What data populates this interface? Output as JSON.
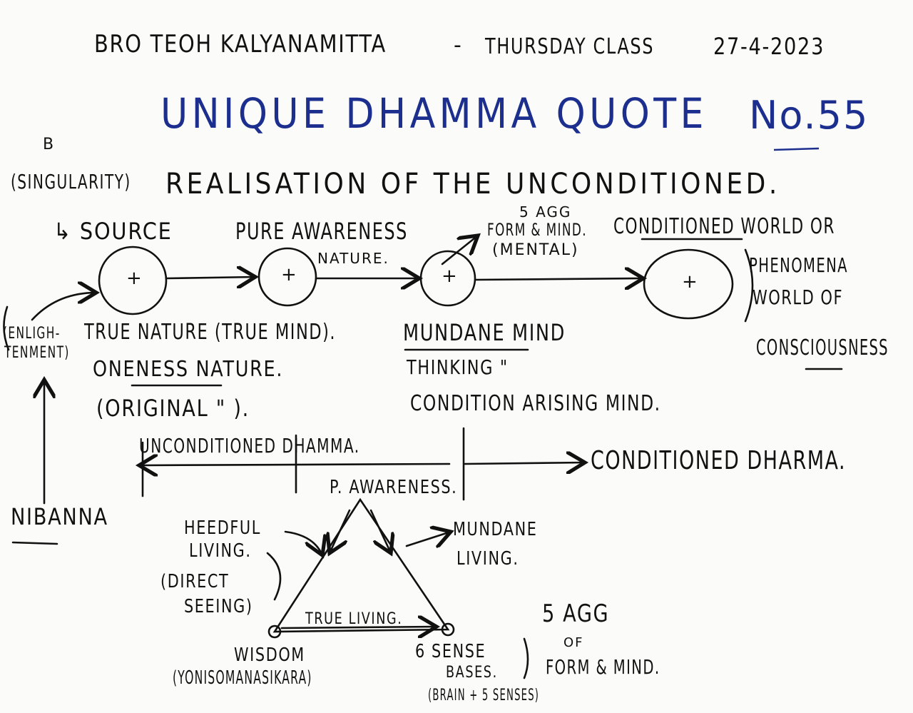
{
  "header": {
    "left": "BRO TEOH KALYANAMITTA",
    "dash": "-",
    "class": "THURSDAY CLASS",
    "date": "27-4-2023"
  },
  "title": {
    "text": "Unique Dhamma Quote",
    "number": "No.55"
  },
  "heading": {
    "marker": "B",
    "singularity": "(SINGULARITY)",
    "text": "REALISATION OF THE UNCONDITIONED."
  },
  "flow": {
    "source": "↳ SOURCE",
    "pure_awareness": "PURE AWARENESS",
    "nature": "NATURE.",
    "agg_top": "5 AGG",
    "form_mind": "FORM & MIND.",
    "mental": "(MENTAL)",
    "conditioned_world": "CONDITIONED WORLD OR",
    "phenomena": "PHENOMENA",
    "world_of": "WORLD OF",
    "consciousness": "CONSCIOUSNESS",
    "plus_symbols": [
      "+",
      "+",
      "+",
      "+"
    ]
  },
  "left_block": {
    "enlightenment_1": "(ENLIGH-",
    "enlightenment_2": "TENMENT)",
    "true_nature": "TRUE NATURE (TRUE MIND).",
    "oneness": "ONENESS NATURE.",
    "original": "(ORIGINAL  \"  ).",
    "unconditioned": "UNCONDITIONED DHAMMA.",
    "nibanna": "NIBANNA"
  },
  "middle_block": {
    "mundane_mind": "MUNDANE MIND",
    "thinking": "THINKING   \"",
    "condition_arising": "CONDITION ARISING MIND.",
    "conditioned_dharma": "CONDITIONED DHARMA."
  },
  "triangle": {
    "top": "P. AWARENESS.",
    "heedful_1": "HEEDFUL",
    "heedful_2": "LIVING.",
    "direct_1": "(DIRECT",
    "direct_2": "SEEING)",
    "mundane_1": "MUNDANE",
    "mundane_2": "LIVING.",
    "true_living": "TRUE LIVING.",
    "wisdom": "WISDOM",
    "yoniso": "(YONISOMANASIKARA)",
    "sense_1": "6 SENSE",
    "sense_2": "BASES.",
    "brain": "(BRAIN + 5 SENSES)",
    "agg_1": "5 AGG",
    "agg_2": "OF",
    "agg_3": "FORM & MIND."
  }
}
